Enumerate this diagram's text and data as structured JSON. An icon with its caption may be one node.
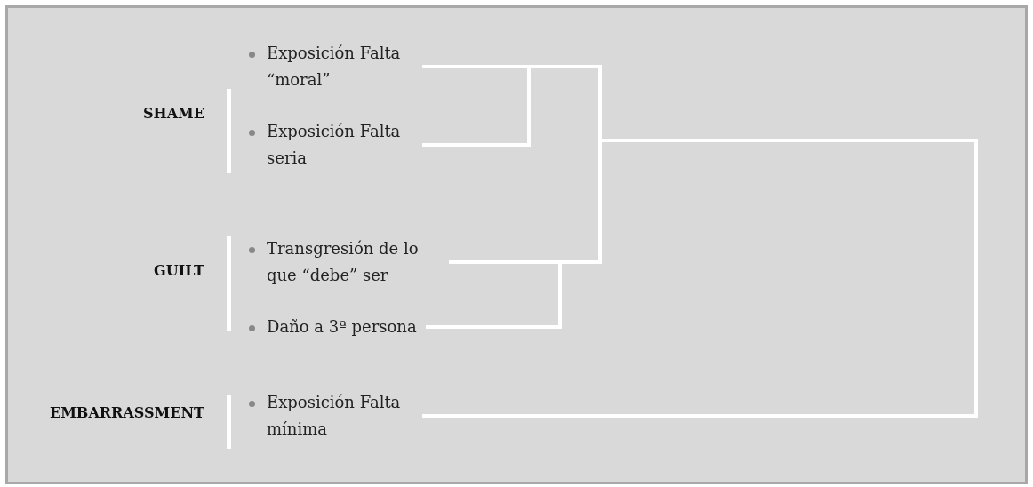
{
  "diagram": {
    "nodes": [
      {
        "text": [
          "Exposición Falta “moral”"
        ]
      },
      {
        "text": [
          "Exposición Falta seria"
        ]
      },
      {
        "text": [
          "Transgresión de lo que “debe” ser"
        ]
      },
      {
        "text": [
          "Daño a 3ª persona"
        ]
      },
      {
        "text": [
          "Exposición Falta mínima"
        ]
      }
    ],
    "edges": [
      {
        "from": 1,
        "to": 0,
        "arrow": "none"
      },
      {
        "from": 3,
        "to": 2,
        "arrow": "none"
      },
      {
        "from": 2,
        "to": 0,
        "arrow": "none"
      },
      {
        "from": 4,
        "to": 0,
        "arrow": "none"
      }
    ],
    "labels": [
      "SHAME",
      "GUILT",
      "EMBARRASSMENT"
    ]
  }
}
